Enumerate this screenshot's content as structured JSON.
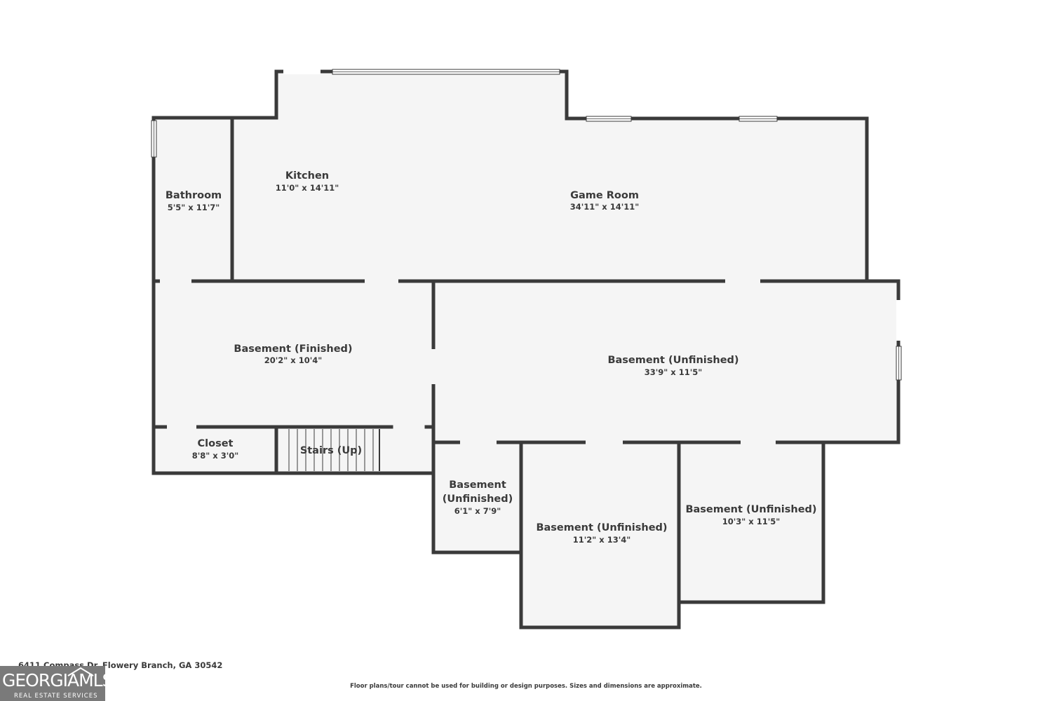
{
  "rooms": [
    {
      "name": "Kitchen",
      "dims": "11'0\" x 14'11\""
    },
    {
      "name": "Game Room",
      "dims": "34'11\" x 14'11\""
    },
    {
      "name": "Bathroom",
      "dims": "5'5\" x 11'7\""
    },
    {
      "name": "Basement (Finished)",
      "dims": "20'2\" x 10'4\""
    },
    {
      "name": "Basement (Unfinished)",
      "dims": "33'9\" x 11'5\""
    },
    {
      "name": "Closet",
      "dims": "8'8\" x 3'0\""
    },
    {
      "name": "Stairs (Up)"
    },
    {
      "name_line1": "Basement",
      "name_line2": "(Unfinished)",
      "dims": "6'1\" x 7'9\""
    },
    {
      "name": "Basement (Unfinished)",
      "dims": "11'2\" x 13'4\""
    },
    {
      "name": "Basement (Unfinished)",
      "dims": "10'3\" x 11'5\""
    }
  ],
  "address": "6411 Compass Dr, Flowery Branch, GA 30542",
  "disclaimer": "Floor plans/tour cannot be used for building or design purposes. Sizes and dimensions are approximate.",
  "logo": {
    "main": "GEORGIAMLS",
    "sub": "REAL ESTATE SERVICES"
  },
  "colors": {
    "wall": "#3a3a3a",
    "floor": "#f5f5f5",
    "logo_bg": "#7a7a7a"
  }
}
